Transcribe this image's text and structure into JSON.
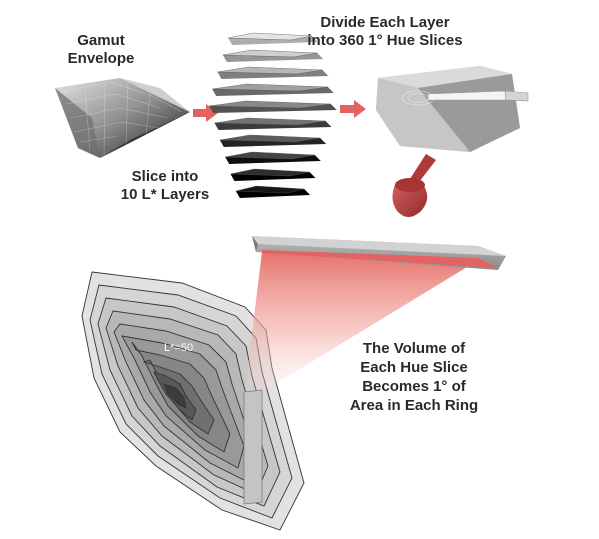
{
  "labels": {
    "gamut_line1": "Gamut",
    "gamut_line2": "Envelope",
    "slice_line1": "Slice into",
    "slice_line2": "10 L* Layers",
    "divide_line1": "Divide Each Layer",
    "divide_line2": "into 360 1° Hue Slices",
    "volume_line1": "The Volume of",
    "volume_line2": "Each Hue Slice",
    "volume_line3": "Becomes 1° of",
    "volume_line4": "Area in Each Ring",
    "lstar": "L*=50"
  },
  "colors": {
    "arrow": "#e46262",
    "cone": "#c44444",
    "beam": "#e8807a"
  },
  "layer_count": 10
}
